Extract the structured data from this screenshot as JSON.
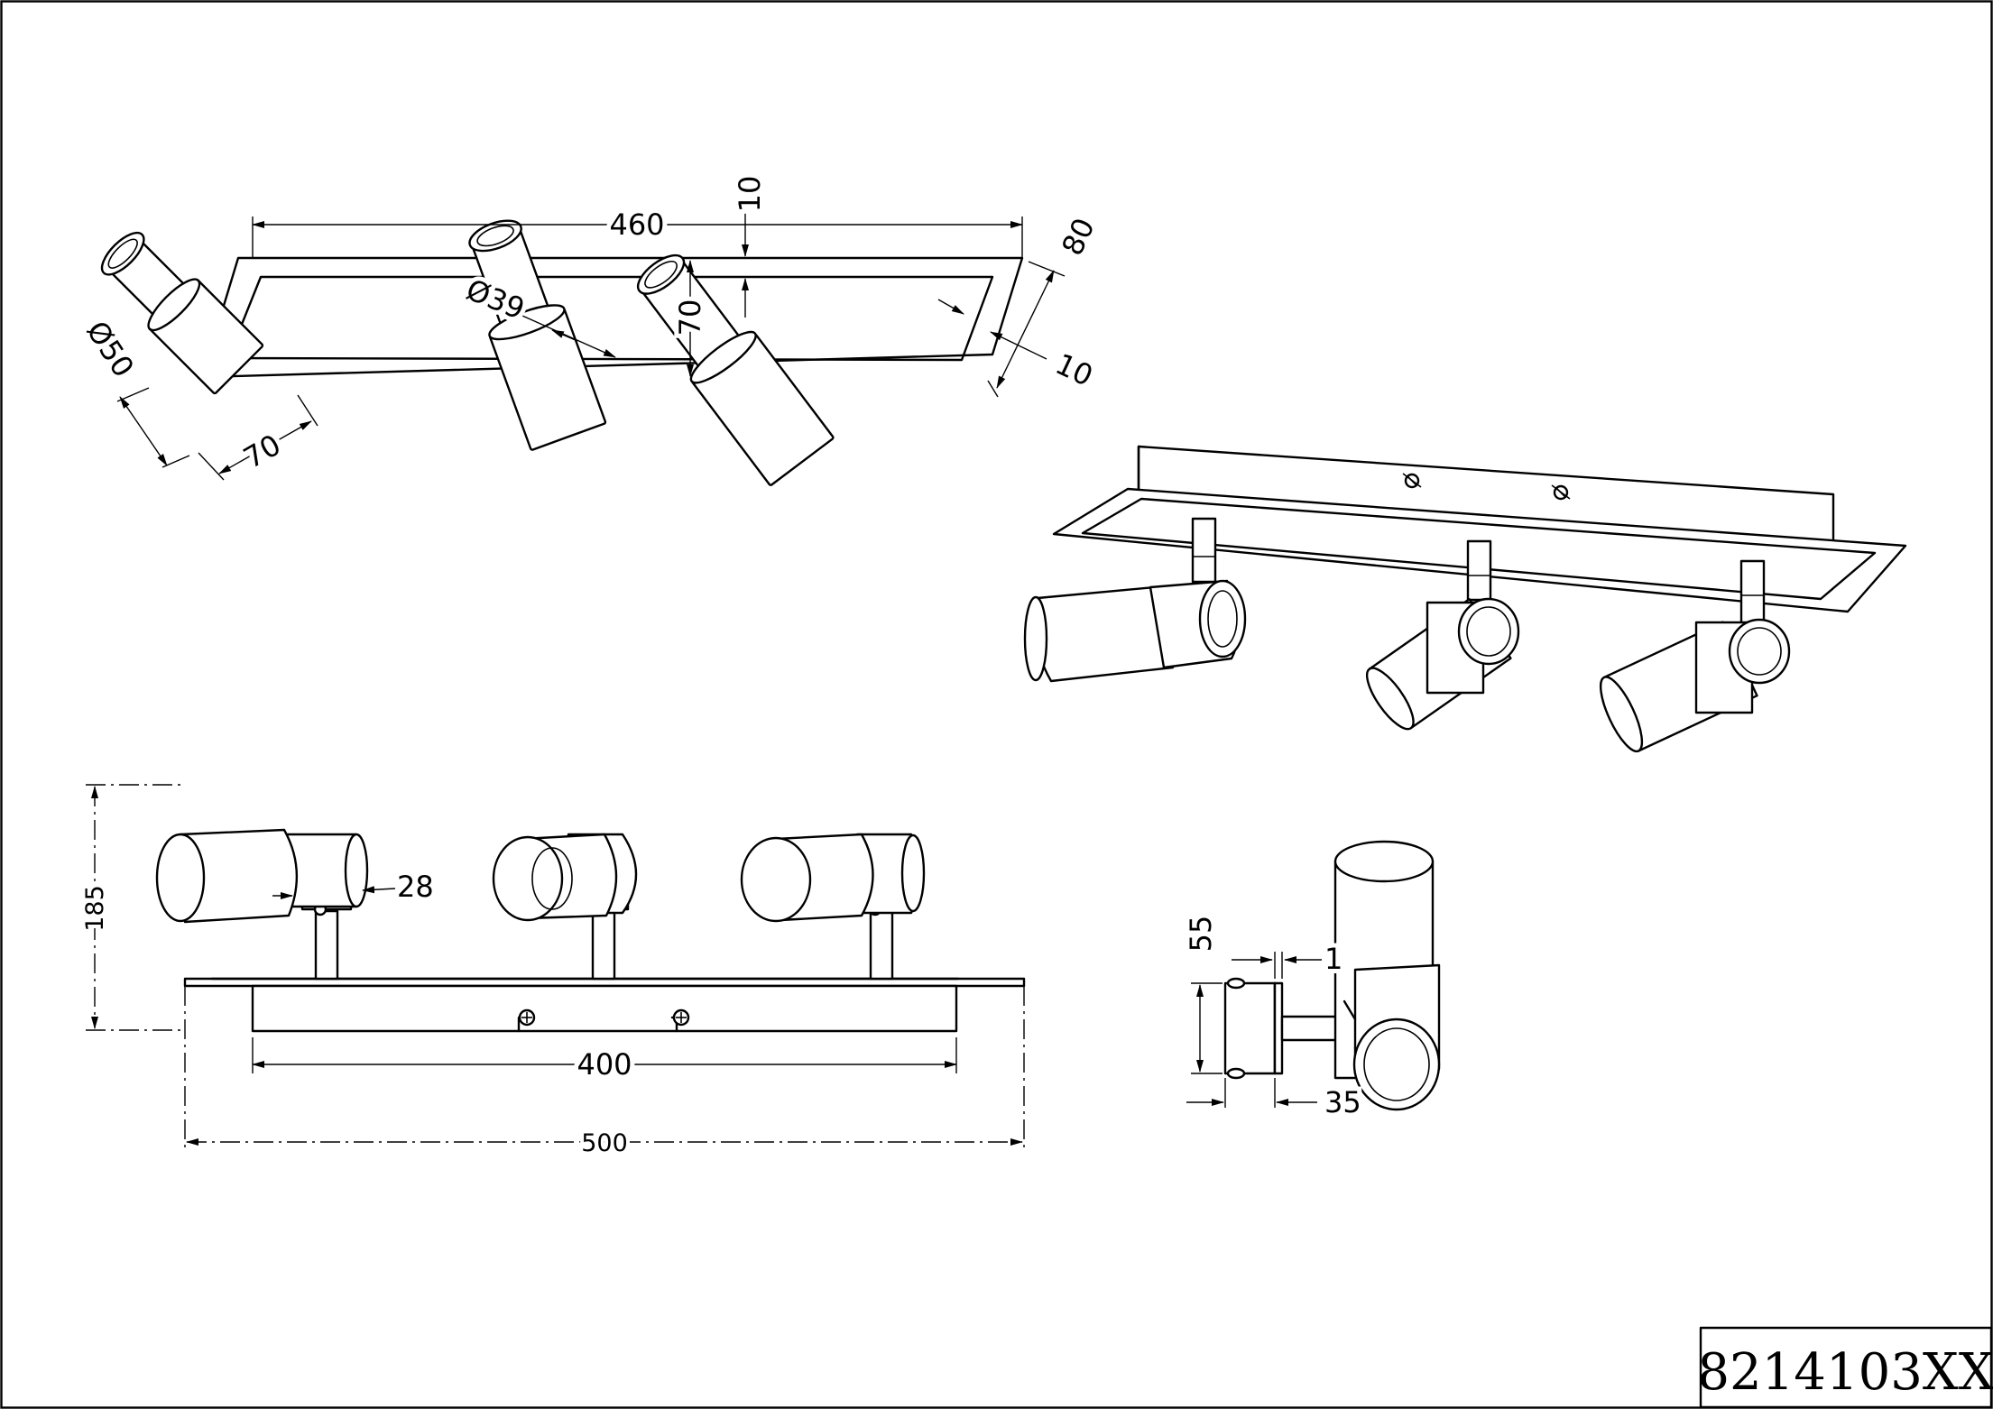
{
  "product_code": "8214103XX",
  "dimensions": {
    "top_view": {
      "overall_length": "460",
      "frame_inset_top": "10",
      "plate_height": "70",
      "frame_depth": "80",
      "frame_inset_side": "10",
      "head_diameter_large": "Ø50",
      "head_length": "70",
      "head_diameter_small": "Ø39"
    },
    "front_view": {
      "overall_height": "185",
      "holder_diameter": "28",
      "mount_spacing": "400",
      "total_width": "500"
    },
    "side_view": {
      "base_height": "55",
      "gap": "1",
      "base_depth": "35"
    }
  }
}
